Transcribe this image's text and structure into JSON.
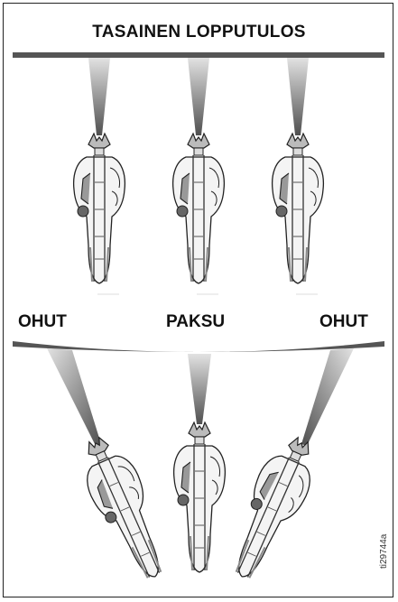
{
  "labels": {
    "top_title": "TASAINEN LOPPUTULOS",
    "left": "OHUT",
    "middle": "PAKSU",
    "right": "OHUT"
  },
  "figure_code": "ti29744a",
  "colors": {
    "bar": "#555555",
    "spray_light": "#dcdcdc",
    "spray_dark": "#5a5a5a",
    "line": "#222222"
  },
  "icons": [
    "spray-gun-icon",
    "spray-fan-icon"
  ]
}
